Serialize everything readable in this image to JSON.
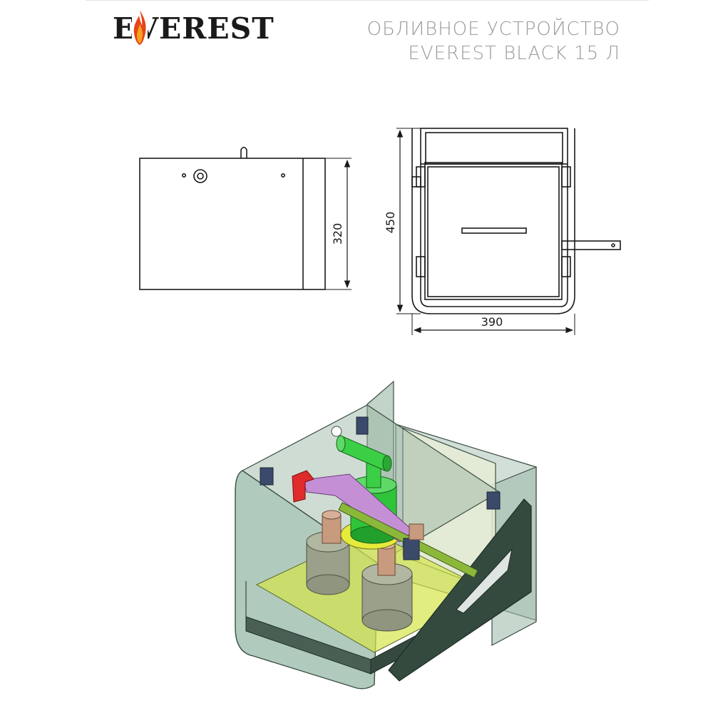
{
  "logo": {
    "text": "EVEREST",
    "flame_colors": [
      "#e8431a",
      "#f7a21b"
    ],
    "icon": "flame-icon"
  },
  "title": {
    "line1": "ОБЛИВНОЕ УСТРОЙСТВО",
    "line2": "EVEREST BLACK 15 Л"
  },
  "dimensions": {
    "height_side": "320",
    "height_front": "450",
    "width_front": "390"
  },
  "colors": {
    "line": "#1a1a1a",
    "tank_glass": "#6f9e86",
    "pump_green": "#2fc43a",
    "lever_purple": "#c58fd6",
    "bracket_red": "#e02b2b",
    "base_yellow": "#d6e64a",
    "dark_frame": "#344a3f",
    "weights": "#9aa08a",
    "copper": "#c89a7e"
  }
}
